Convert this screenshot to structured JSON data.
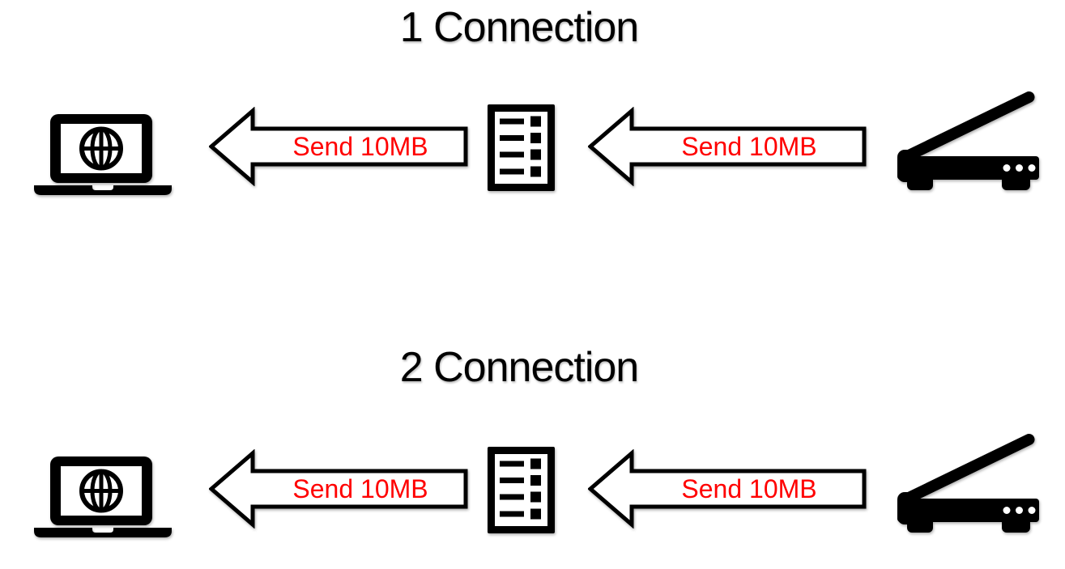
{
  "colors": {
    "background": "#ffffff",
    "icon_black": "#000000",
    "arrow_fill": "#ffffff",
    "arrow_outline": "#000000",
    "arrow_label_red": "#ff0000",
    "title_color": "#000000"
  },
  "sections": [
    {
      "title": "1 Connection",
      "nodes": [
        {
          "icon": "laptop-globe-icon"
        },
        {
          "icon": "document-list-server-icon"
        },
        {
          "icon": "scanner-icon"
        }
      ],
      "arrows": [
        {
          "label": "Send 10MB",
          "direction": "left"
        },
        {
          "label": "Send 10MB",
          "direction": "left"
        }
      ]
    },
    {
      "title": "2 Connection",
      "nodes": [
        {
          "icon": "laptop-globe-icon"
        },
        {
          "icon": "document-list-server-icon"
        },
        {
          "icon": "scanner-icon"
        }
      ],
      "arrows": [
        {
          "label": "Send 10MB",
          "direction": "left"
        },
        {
          "label": "Send 10MB",
          "direction": "left"
        }
      ]
    }
  ]
}
